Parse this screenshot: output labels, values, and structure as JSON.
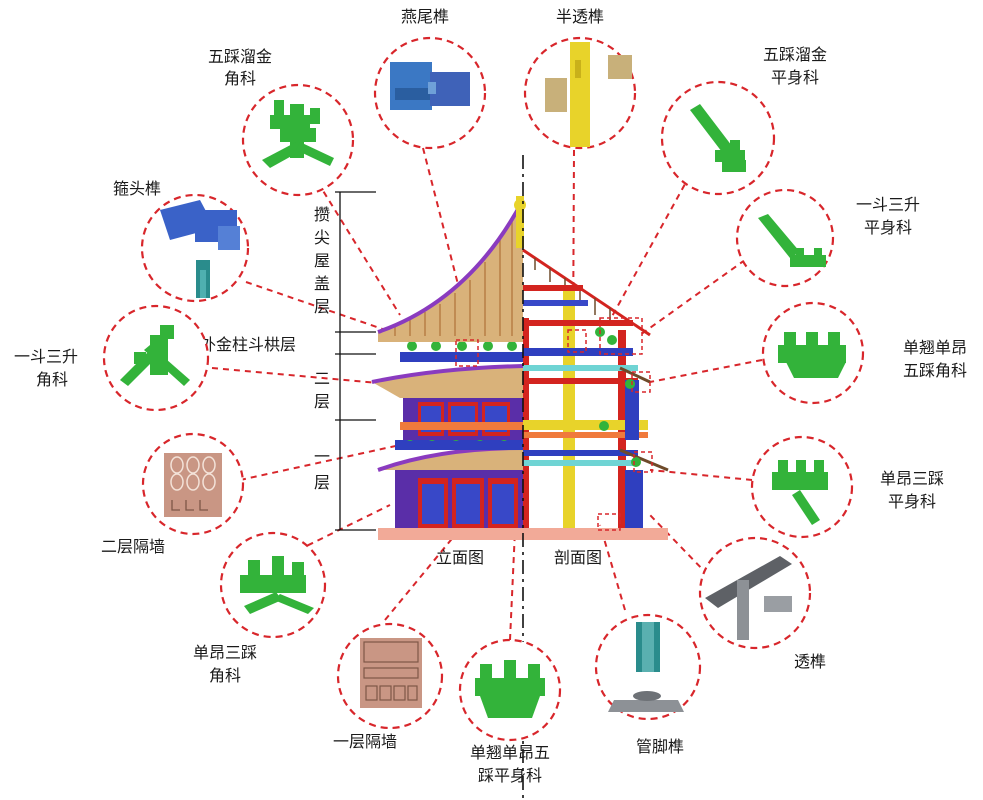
{
  "labels": {
    "yanwei_sun": "燕尾榫",
    "bantou_sun": "半透榫",
    "wucai_liujin_jiaoke": [
      "五踩溜金",
      "角科"
    ],
    "wucai_liujin_pingshenke": [
      "五踩溜金",
      "平身科"
    ],
    "gutou_sun": "箍头榫",
    "yidou_sansheng_pingshenke": [
      "一斗三升",
      "平身科"
    ],
    "yidou_sansheng_jiaoke": [
      "一斗三升",
      "角科"
    ],
    "danqiao_danang_wucai_jiaoke": [
      "单翘单昂",
      "五踩角科"
    ],
    "danang_sancai_pingshenke": [
      "单昂三踩",
      "平身科"
    ],
    "erceng_geqiang": "二层隔墙",
    "danang_sancai_jiaoke": [
      "单昂三踩",
      "角科"
    ],
    "yiceng_geqiang": "一层隔墙",
    "danqiao_danang_wucai_pingshenke": [
      "单翘单昂五",
      "踩平身科"
    ],
    "guanjiao_sun": "管脚榫",
    "tou_sun": "透榫",
    "elevation": "立面图",
    "section": "剖面图"
  },
  "levels": {
    "roof": [
      "攒",
      "尖",
      "屋",
      "盖",
      "层"
    ],
    "outer_column_bracket": "外金柱斗栱层",
    "second": [
      "二",
      "层"
    ],
    "first": [
      "一",
      "层"
    ]
  },
  "colors": {
    "red_dashed": "#d8262b",
    "bracket_green": "#33b33a",
    "beam_blue": "#2f3fbf",
    "column_red": "#d3241f",
    "roof_purple": "#8a3bbf",
    "rafter_tan": "#d9b27a",
    "finial_yellow": "#e8d32a",
    "base_pink": "#f2aa98",
    "wall_pink": "#c99684",
    "metal_gray": "#8d9196"
  }
}
